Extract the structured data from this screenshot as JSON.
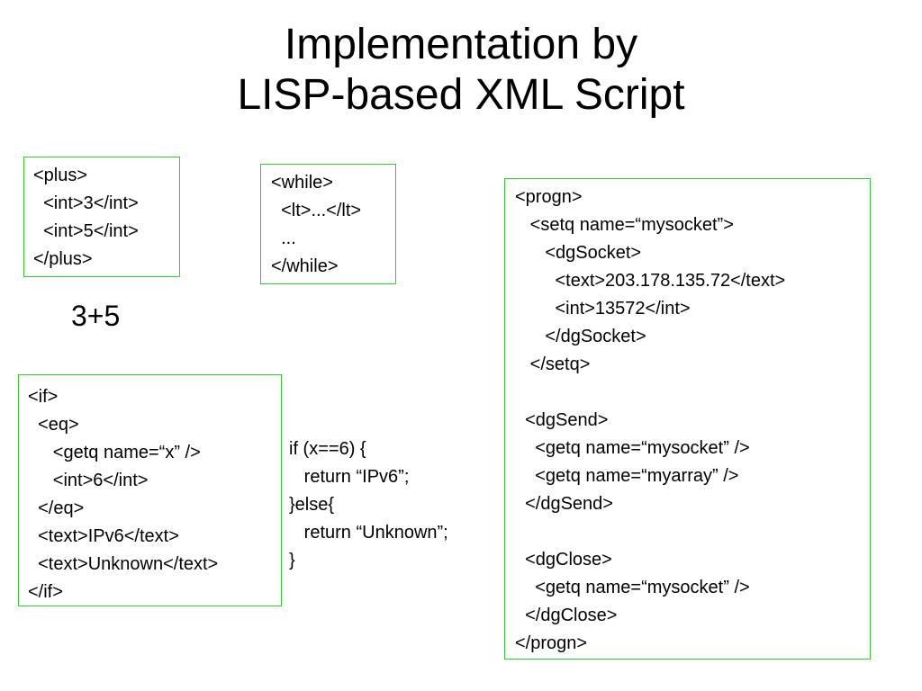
{
  "title": {
    "line1": "Implementation by",
    "line2": "LISP-based XML Script"
  },
  "plus_box": {
    "lines": [
      "<plus>",
      "  <int>3</int>",
      "  <int>5</int>",
      "</plus>"
    ]
  },
  "plus_caption": "3+5",
  "while_box": {
    "lines": [
      "<while>",
      "  <lt>...</lt>",
      "  ...",
      "</while>"
    ]
  },
  "if_box": {
    "lines": [
      "<if>",
      "  <eq>",
      "     <getq name=“x” />",
      "     <int>6</int>",
      "  </eq>",
      "  <text>IPv6</text>",
      "  <text>Unknown</text>",
      "</if>"
    ]
  },
  "if_code": {
    "lines": [
      "if (x==6) {",
      "   return “IPv6”;",
      "}else{",
      "   return “Unknown”;",
      "}"
    ]
  },
  "progn_box": {
    "lines": [
      "<progn>",
      "   <setq name=“mysocket”>",
      "      <dgSocket>",
      "        <text>203.178.135.72</text>",
      "        <int>13572</int>",
      "      </dgSocket>",
      "   </setq>",
      "",
      "  <dgSend>",
      "    <getq name=“mysocket” />",
      "    <getq name=“myarray” />",
      "  </dgSend>",
      "",
      "  <dgClose>",
      "    <getq name=“mysocket” />",
      "  </dgClose>",
      "</progn>"
    ]
  },
  "colors": {
    "box_border": "#33cc33",
    "text": "#000000",
    "background": "#ffffff"
  }
}
